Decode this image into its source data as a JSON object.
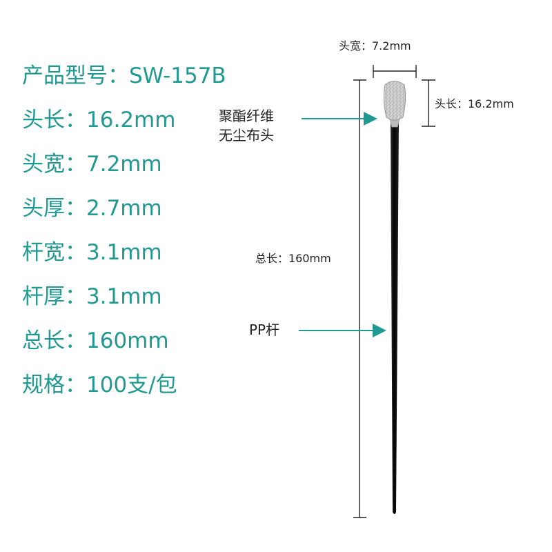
{
  "specs": [
    {
      "label": "产品型号",
      "separator": "：",
      "value": "SW-157B"
    },
    {
      "label": "头长",
      "separator": "：",
      "value": "16.2mm"
    },
    {
      "label": "头宽",
      "separator": "：",
      "value": "7.2mm"
    },
    {
      "label": "头厚",
      "separator": "：",
      "value": "2.7mm"
    },
    {
      "label": "杆宽",
      "separator": "：",
      "value": "3.1mm"
    },
    {
      "label": "杆厚",
      "separator": "：",
      "value": "3.1mm"
    },
    {
      "label": "总长",
      "separator": "：",
      "value": "160mm"
    },
    {
      "label": "规格",
      "separator": "：",
      "value": "100支/包"
    }
  ],
  "diagram": {
    "head_width_label": "头宽：7.2mm",
    "head_length_label": "头长：16.2mm",
    "head_material_label": "聚酯纤维",
    "head_material_label_2": "无尘布头",
    "total_length_label": "总长：160mm",
    "handle_label": "PP杆"
  },
  "colors": {
    "spec_text": "#1f9991",
    "annotation_text": "#222222",
    "pointer": "#1f9991",
    "dimension_line": "#222222",
    "stick": "#111111",
    "head": "#d3d3d3"
  },
  "icons": {
    "arrow": "teal-arrow-icon"
  }
}
